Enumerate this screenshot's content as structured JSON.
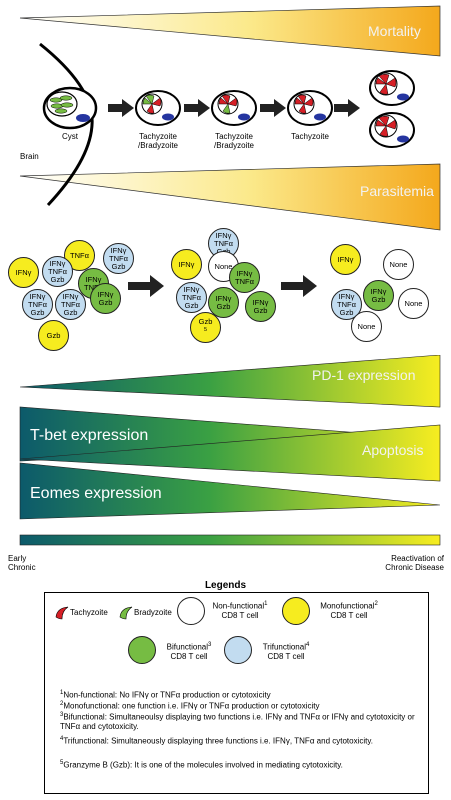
{
  "top": {
    "mortality_label": "Mortality",
    "parasitemia_label": "Parasitemia",
    "brain_label": "Brain",
    "stage_labels": [
      "Cyst",
      "Tachyzoite\n/Bradyzoite",
      "Tachyzoite\n/Bradyzoite",
      "Tachyzoite"
    ]
  },
  "cells": {
    "ifng": "IFNγ",
    "tnfa": "TNFα",
    "gzb": "Gzb",
    "none": "None",
    "footnote5": "5"
  },
  "wedges": {
    "pd1": "PD-1 expression",
    "tbet": "T-bet expression",
    "apoptosis": "Apoptosis",
    "eomes": "Eomes expression"
  },
  "timeline": {
    "start_line1": "Early",
    "start_line2": "Chronic",
    "end_line1": "Reactivation of",
    "end_line2": "Chronic Disease"
  },
  "legend": {
    "title": "Legends",
    "tachyzoite": "Tachyzoite",
    "bradyzoite": "Bradyzoite",
    "nonfunctional": "Non-functional",
    "monofunctional": "Monofunctional",
    "bifunctional": "Bifunctional",
    "trifunctional": "Trifunctional",
    "cd8": "CD8 T cell",
    "sup1": "1",
    "sup2": "2",
    "sup3": "3",
    "sup4": "4",
    "sup5": "5",
    "notes": [
      "Non-functional: No IFNγ or TNFα production or cytotoxicity",
      "Monofunctional: one function i.e. IFNγ or TNFα production or cytotoxicity",
      "Bifunctional: Simultaneoulsy displaying two functions i.e. IFNγ and TNFα or IFNγ and cytotoxicity or TNFα and cytotoxicity.",
      "Trifunctional: Simultaneously displaying three functions i.e. IFNγ, TNFα and cytotoxicity.",
      "Granzyme B (Gzb): It is one of the molecules involved in mediating cytotoxicity."
    ]
  },
  "colors": {
    "yellow": "#f6ec1f",
    "green": "#76bc43",
    "blue": "#c2dcf0",
    "dark_teal": "#0e5a6a",
    "orange": "#f3a31a",
    "red": "#d61f26"
  }
}
